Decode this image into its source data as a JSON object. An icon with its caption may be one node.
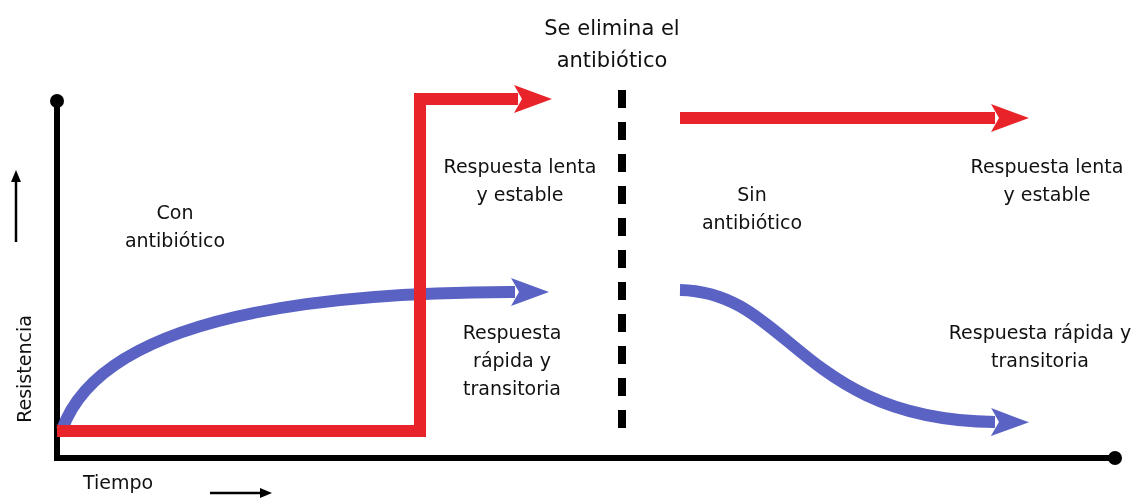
{
  "diagram": {
    "labels": [
      "Se elimina el antibiótico",
      "Respuesta lenta y estable",
      "Con antibiótico",
      "Sin antibiótico",
      "Respuesta lenta y estable",
      "Resistencia",
      "Respuesta rápida y transitoria",
      "Respuesta rápida y transitoria",
      "Tiempo"
    ]
  }
}
